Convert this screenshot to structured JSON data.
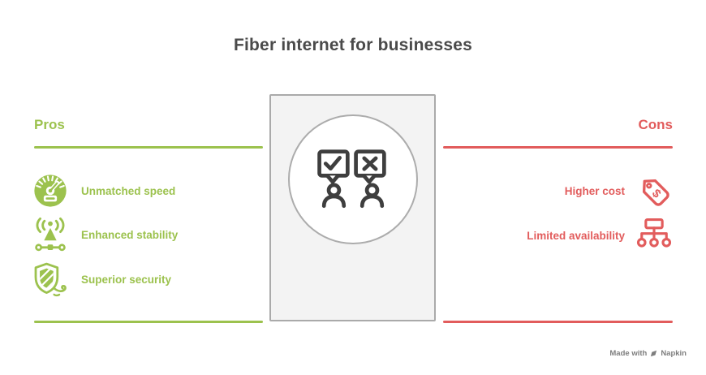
{
  "title": "Fiber internet for businesses",
  "pros": {
    "heading": "Pros",
    "items": [
      {
        "icon": "speedometer-icon",
        "label": "Unmatched speed"
      },
      {
        "icon": "antenna-icon",
        "label": "Enhanced stability"
      },
      {
        "icon": "shield-icon",
        "label": "Superior security"
      }
    ]
  },
  "cons": {
    "heading": "Cons",
    "items": [
      {
        "icon": "price-tag-icon",
        "label": "Higher cost"
      },
      {
        "icon": "network-tree-icon",
        "label": "Limited availability"
      }
    ]
  },
  "center_icon": "approve-reject-conversation-icon",
  "footer": {
    "made_with": "Made with",
    "brand": "Napkin"
  },
  "colors": {
    "green": "#9CC24E",
    "red": "#E25C5C",
    "title": "#4A4A4A",
    "icon_dark": "#3E3E3E",
    "panel_fill": "#F3F3F3",
    "panel_border": "#AAAAAA",
    "footer_text": "#7E7E7E"
  }
}
